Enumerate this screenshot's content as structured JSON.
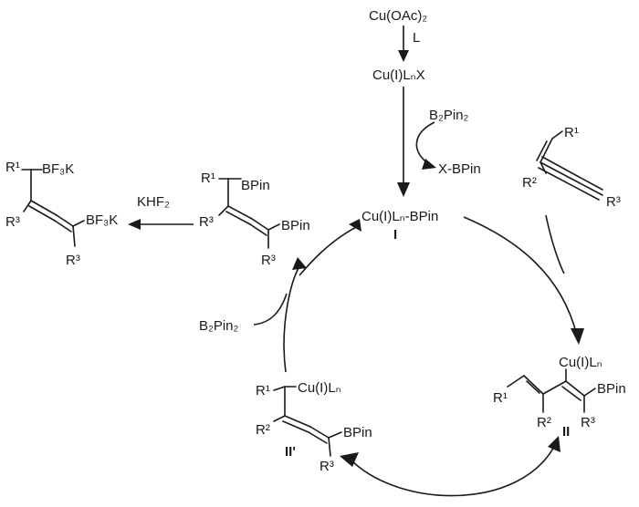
{
  "reagents": {
    "cu_source": "Cu(OAc)₂",
    "ligand": "L",
    "cu_lnx": "Cu(I)LₙX",
    "b2pin2_top": "B₂Pin₂",
    "xbpin": "X-BPin",
    "kh_f2": "KHF₂",
    "b2pin2_left": "B₂Pin₂"
  },
  "species": {
    "catalyst": {
      "label": "Cu(I)Lₙ-BPin",
      "numeral": "I"
    },
    "intermediate_II": {
      "numeral": "II",
      "cu": "Cu(I)Lₙ",
      "bpin": "BPin",
      "r1": "R¹",
      "r2": "R²",
      "r3": "R³"
    },
    "intermediate_IIp": {
      "numeral": "II'",
      "r1": "R¹",
      "cu": "Cu(I)Lₙ",
      "r2": "R²",
      "bpin": "BPin",
      "r3": "R³"
    },
    "enyne": {
      "r1": "R¹",
      "r2": "R²",
      "r3": "R³"
    },
    "diboron_product": {
      "r1": "R¹",
      "bpin_top": "BPin",
      "r3a": "R³",
      "bpin_right": "BPin",
      "r3b": "R³"
    },
    "bf3k_product": {
      "r1": "R¹",
      "bf3k_top": "BF₃K",
      "r3a": "R³",
      "bf3k_right": "BF₃K",
      "r3b": "R³"
    }
  }
}
